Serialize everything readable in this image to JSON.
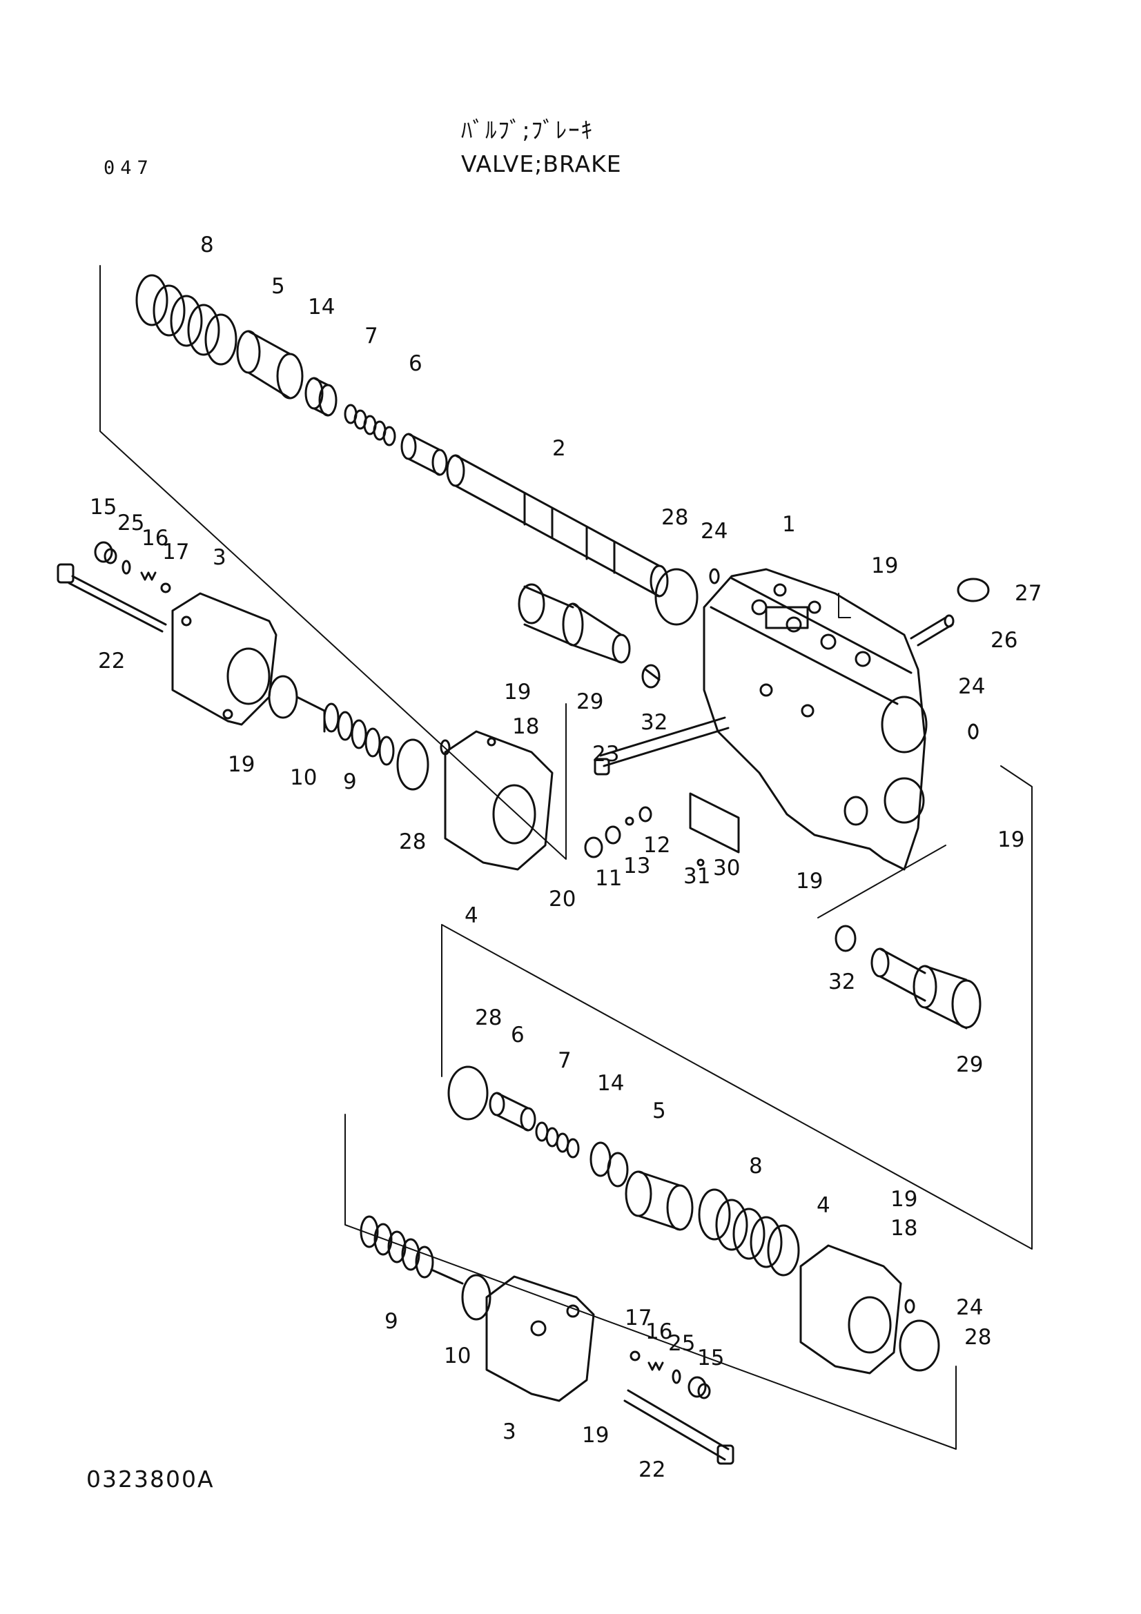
{
  "header": {
    "page_number": "047",
    "title_japanese": "ﾊﾞﾙﾌﾞ;ﾌﾞﾚｰｷ",
    "title_english": "VALVE;BRAKE"
  },
  "footer": {
    "drawing_code": "0323800A"
  },
  "diagram": {
    "part_labels": [
      "8",
      "5",
      "14",
      "7",
      "6",
      "2",
      "28",
      "24",
      "1",
      "19",
      "27",
      "26",
      "15",
      "25",
      "16",
      "17",
      "3",
      "22",
      "29",
      "32",
      "24",
      "19",
      "18",
      "19",
      "10",
      "9",
      "28",
      "23",
      "12",
      "13",
      "11",
      "20",
      "31",
      "30",
      "19",
      "4",
      "19",
      "32",
      "29",
      "28",
      "6",
      "7",
      "14",
      "5",
      "8",
      "4",
      "19",
      "18",
      "9",
      "10",
      "17",
      "16",
      "25",
      "15",
      "24",
      "28",
      "3",
      "19",
      "22"
    ]
  }
}
